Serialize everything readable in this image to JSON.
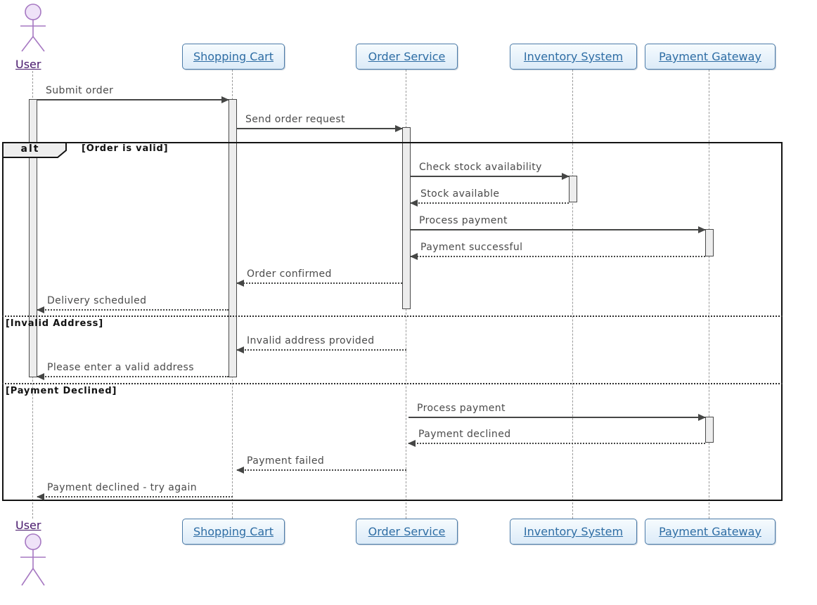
{
  "diagram_type": "UML sequence diagram",
  "actor": {
    "label": "User"
  },
  "participants": [
    {
      "label": "Shopping Cart"
    },
    {
      "label": "Order Service"
    },
    {
      "label": "Inventory System"
    },
    {
      "label": "Payment Gateway"
    }
  ],
  "fragment": {
    "operator": "alt",
    "guards": [
      {
        "label": "[Order is valid]"
      },
      {
        "label": "[Invalid Address]"
      },
      {
        "label": "[Payment Declined]"
      }
    ]
  },
  "messages": [
    {
      "label": "Submit order",
      "from": "User",
      "to": "Shopping Cart",
      "kind": "call"
    },
    {
      "label": "Send order request",
      "from": "Shopping Cart",
      "to": "Order Service",
      "kind": "call"
    },
    {
      "label": "Check stock availability",
      "from": "Order Service",
      "to": "Inventory System",
      "kind": "call"
    },
    {
      "label": "Stock available",
      "from": "Inventory System",
      "to": "Order Service",
      "kind": "return"
    },
    {
      "label": "Process payment",
      "from": "Order Service",
      "to": "Payment Gateway",
      "kind": "call"
    },
    {
      "label": "Payment successful",
      "from": "Payment Gateway",
      "to": "Order Service",
      "kind": "return"
    },
    {
      "label": "Order confirmed",
      "from": "Order Service",
      "to": "Shopping Cart",
      "kind": "return"
    },
    {
      "label": "Delivery scheduled",
      "from": "Shopping Cart",
      "to": "User",
      "kind": "return"
    },
    {
      "label": "Invalid address provided",
      "from": "Order Service",
      "to": "Shopping Cart",
      "kind": "return"
    },
    {
      "label": "Please enter a valid address",
      "from": "Shopping Cart",
      "to": "User",
      "kind": "return"
    },
    {
      "label": "Process payment",
      "from": "Order Service",
      "to": "Payment Gateway",
      "kind": "call"
    },
    {
      "label": "Payment declined",
      "from": "Payment Gateway",
      "to": "Order Service",
      "kind": "return"
    },
    {
      "label": "Payment failed",
      "from": "Order Service",
      "to": "Shopping Cart",
      "kind": "return"
    },
    {
      "label": "Payment declined - try again",
      "from": "Shopping Cart",
      "to": "User",
      "kind": "return"
    }
  ],
  "colors": {
    "participant_fill_top": "#F6FBFE",
    "participant_fill_bottom": "#DCEBF8",
    "participant_border": "#4C7BA8",
    "participant_text": "#2E6DA4",
    "actor_line": "#A678C2",
    "actor_fill": "#EFE3F8",
    "actor_text": "#46166B",
    "arrow": "#454645",
    "message_text": "#4B4B4B",
    "activation_fill": "#EDEDED",
    "activation_border": "#4A4A4A",
    "frame_border": "#141414",
    "lifeline": "#9A9A9A"
  }
}
